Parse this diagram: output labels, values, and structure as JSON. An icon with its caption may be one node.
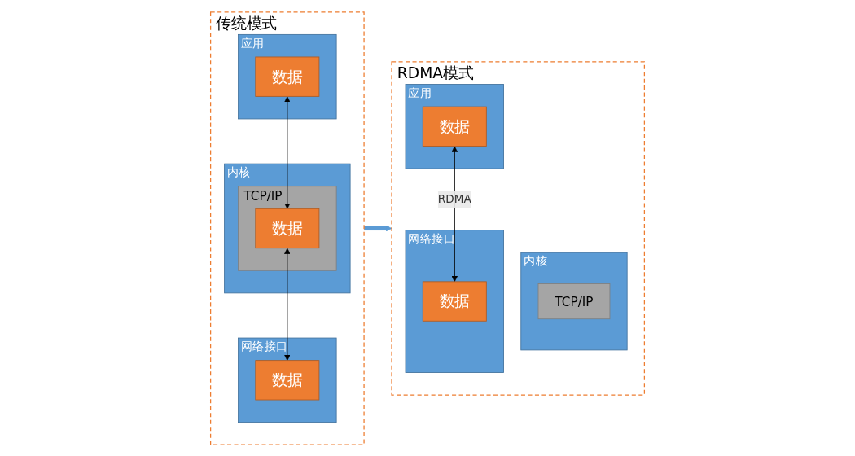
{
  "diagram": {
    "nodes": [
      {
        "text": [
          "传统模式"
        ]
      },
      {
        "text": [
          "应用"
        ],
        "in": 0
      },
      {
        "text": [
          "数据"
        ],
        "in": 1
      },
      {
        "text": [
          "内核"
        ],
        "in": 0
      },
      {
        "text": [
          "TCP/IP"
        ],
        "in": 3
      },
      {
        "text": [
          "数据"
        ],
        "in": 4
      },
      {
        "text": [
          "网络接口"
        ],
        "in": 0
      },
      {
        "text": [
          "数据"
        ],
        "in": 6
      },
      {
        "text": [
          "RDMA模式"
        ]
      },
      {
        "text": [
          "应用"
        ],
        "in": 8
      },
      {
        "text": [
          "数据"
        ],
        "in": 9
      },
      {
        "text": [
          "内核"
        ],
        "in": 8
      },
      {
        "text": [
          "TCP/IP"
        ],
        "in": 11
      },
      {
        "text": [
          "网络接口"
        ],
        "in": 8
      },
      {
        "text": [
          "数据"
        ],
        "in": 13
      }
    ],
    "edges": [
      {
        "from": 2,
        "to": 5,
        "arrow": "both"
      },
      {
        "from": 5,
        "to": 7,
        "arrow": "both"
      },
      {
        "from": 0,
        "to": 8,
        "arrow": "to",
        "style": "thick",
        "color": "#5b9bd5"
      },
      {
        "from": 10,
        "to": 14,
        "arrow": "both",
        "label": "RDMA"
      }
    ]
  }
}
